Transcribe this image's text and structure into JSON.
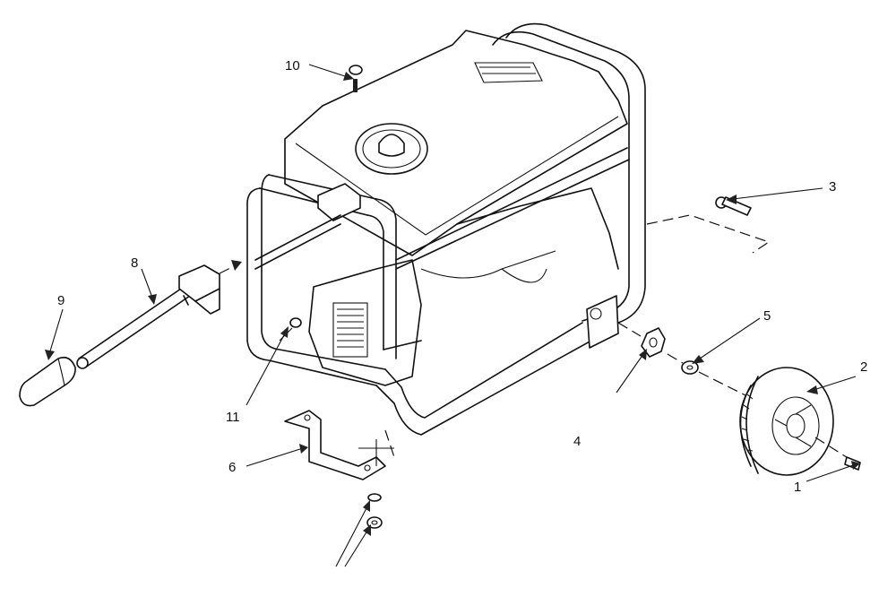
{
  "labels": {
    "p1": "1",
    "p2": "2",
    "p3": "3",
    "p4": "4",
    "p5": "5",
    "p6": "6",
    "p8": "8",
    "p9": "9",
    "p10": "10",
    "p11": "11"
  }
}
